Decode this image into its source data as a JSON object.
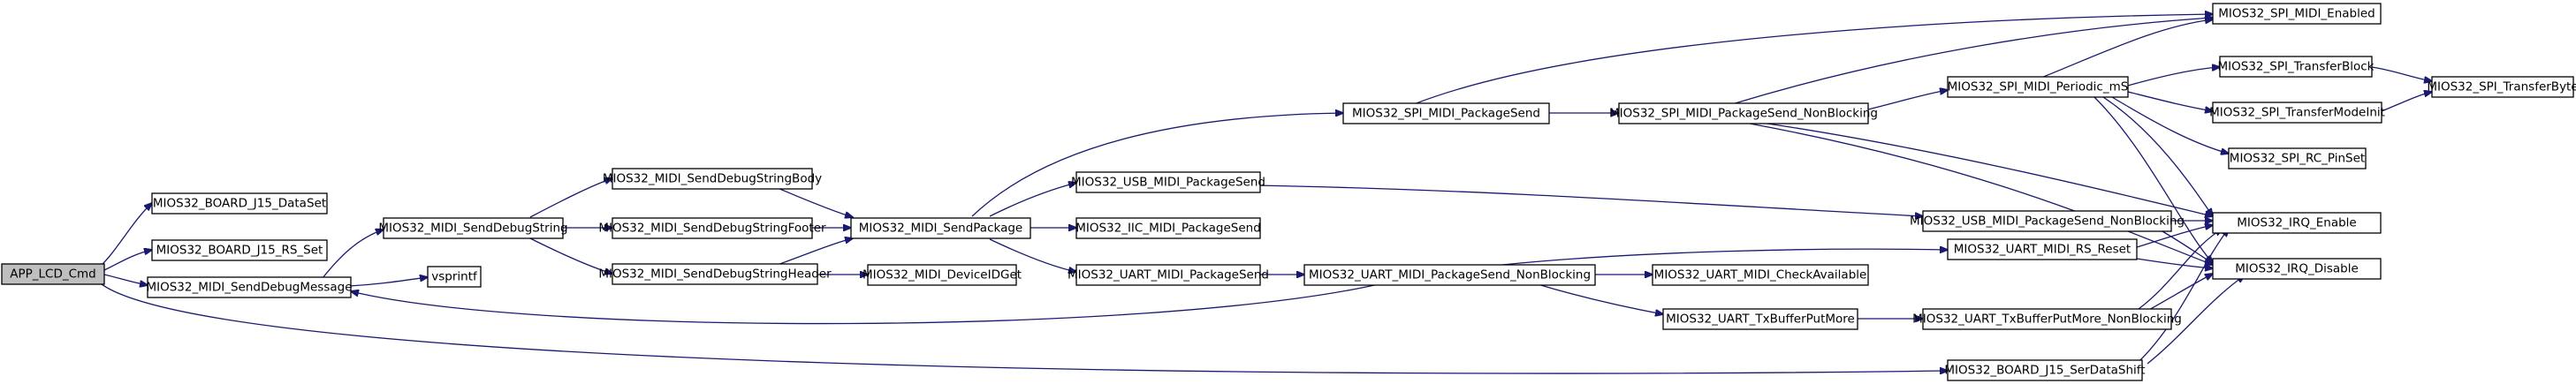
{
  "colors": {
    "edge": "#191970",
    "node_border": "#000000",
    "root_fill": "#bfbfbf",
    "node_fill": "#ffffff"
  },
  "nodes": [
    {
      "id": "app_lcd_cmd",
      "label": "APP_LCD_Cmd",
      "root": true
    },
    {
      "id": "board_j15_dataset",
      "label": "MIOS32_BOARD_J15_DataSet"
    },
    {
      "id": "board_j15_rs_set",
      "label": "MIOS32_BOARD_J15_RS_Set"
    },
    {
      "id": "midi_senddebugmessage",
      "label": "MIOS32_MIDI_SendDebugMessage"
    },
    {
      "id": "midi_senddebugstring",
      "label": "MIOS32_MIDI_SendDebugString"
    },
    {
      "id": "vsprintf",
      "label": "vsprintf"
    },
    {
      "id": "midi_senddebugstringbody",
      "label": "MIOS32_MIDI_SendDebugStringBody"
    },
    {
      "id": "midi_senddebugstringfooter",
      "label": "MIOS32_MIDI_SendDebugStringFooter"
    },
    {
      "id": "midi_senddebugstringheader",
      "label": "MIOS32_MIDI_SendDebugStringHeader"
    },
    {
      "id": "midi_sendpackage",
      "label": "MIOS32_MIDI_SendPackage"
    },
    {
      "id": "midi_deviceidget",
      "label": "MIOS32_MIDI_DeviceIDGet"
    },
    {
      "id": "usb_midi_packagesend",
      "label": "MIOS32_USB_MIDI_PackageSend"
    },
    {
      "id": "iic_midi_packagesend",
      "label": "MIOS32_IIC_MIDI_PackageSend"
    },
    {
      "id": "uart_midi_packagesend",
      "label": "MIOS32_UART_MIDI_PackageSend"
    },
    {
      "id": "spi_midi_packagesend",
      "label": "MIOS32_SPI_MIDI_PackageSend"
    },
    {
      "id": "spi_midi_packagesend_nb",
      "label": "MIOS32_SPI_MIDI_PackageSend_NonBlocking"
    },
    {
      "id": "uart_midi_packagesend_nb",
      "label": "MIOS32_UART_MIDI_PackageSend_NonBlocking"
    },
    {
      "id": "uart_midi_checkavailable",
      "label": "MIOS32_UART_MIDI_CheckAvailable"
    },
    {
      "id": "uart_txbufferputmore",
      "label": "MIOS32_UART_TxBufferPutMore"
    },
    {
      "id": "spi_midi_periodic_ms",
      "label": "MIOS32_SPI_MIDI_Periodic_mS"
    },
    {
      "id": "usb_midi_packagesend_nb",
      "label": "MIOS32_USB_MIDI_PackageSend_NonBlocking"
    },
    {
      "id": "uart_midi_rs_reset",
      "label": "MIOS32_UART_MIDI_RS_Reset"
    },
    {
      "id": "uart_txbufferputmore_nb",
      "label": "MIOS32_UART_TxBufferPutMore_NonBlocking"
    },
    {
      "id": "board_j15_serdatashift",
      "label": "MIOS32_BOARD_J15_SerDataShift"
    },
    {
      "id": "spi_midi_enabled",
      "label": "MIOS32_SPI_MIDI_Enabled"
    },
    {
      "id": "spi_transferblock",
      "label": "MIOS32_SPI_TransferBlock"
    },
    {
      "id": "spi_transfermodeinit",
      "label": "MIOS32_SPI_TransferModeInit"
    },
    {
      "id": "spi_rc_pinset",
      "label": "MIOS32_SPI_RC_PinSet"
    },
    {
      "id": "irq_enable",
      "label": "MIOS32_IRQ_Enable"
    },
    {
      "id": "irq_disable",
      "label": "MIOS32_IRQ_Disable"
    },
    {
      "id": "spi_transferbyte",
      "label": "MIOS32_SPI_TransferByte"
    }
  ]
}
